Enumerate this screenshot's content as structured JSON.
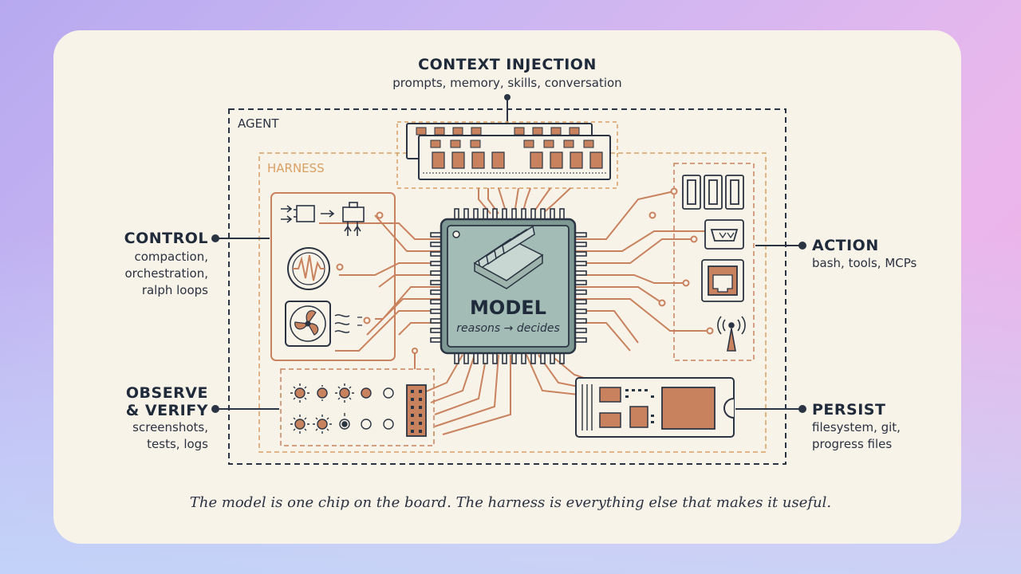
{
  "context": {
    "title": "CONTEXT INJECTION",
    "subtitle": "prompts, memory, skills, conversation"
  },
  "agent": {
    "label": "AGENT"
  },
  "harness": {
    "label": "HARNESS"
  },
  "model": {
    "title": "MODEL",
    "subtitle": "reasons → decides"
  },
  "control": {
    "title": "CONTROL",
    "lines": [
      "compaction,",
      "orchestration,",
      "ralph loops"
    ]
  },
  "observe": {
    "title_lines": [
      "OBSERVE",
      "& VERIFY"
    ],
    "lines": [
      "screenshots,",
      "tests, logs"
    ]
  },
  "action": {
    "title": "ACTION",
    "subtitle": "bash, tools, MCPs"
  },
  "persist": {
    "title": "PERSIST",
    "lines": [
      "filesystem, git,",
      "progress files"
    ]
  },
  "caption": "The model is one chip on the board. The harness is everything else that makes it useful.",
  "colors": {
    "ink": "#2b3442",
    "copper": "#c9825e",
    "chip": "#8fa9a3",
    "card": "#f8f3e8",
    "harness": "#d9a066"
  }
}
